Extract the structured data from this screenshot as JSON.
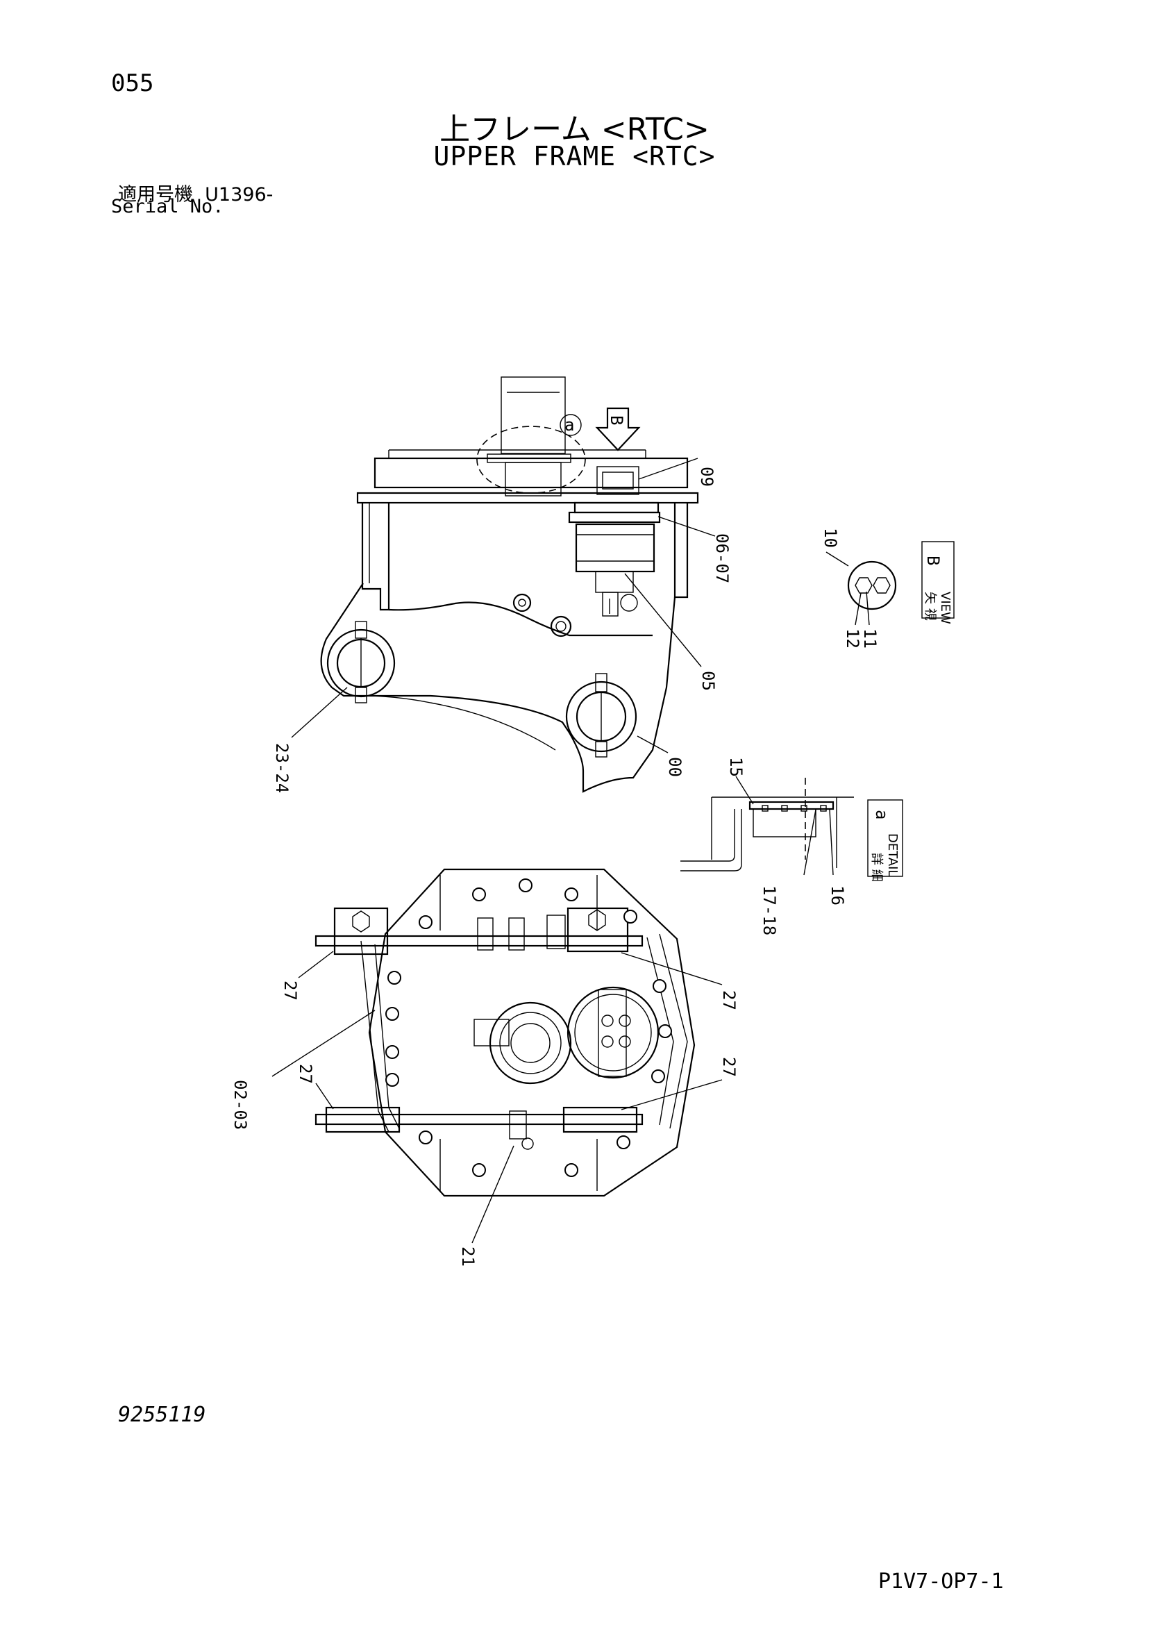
{
  "header": {
    "page_number": "055",
    "title_jp": "上フレーム <RTC>",
    "title_en": "UPPER FRAME <RTC>",
    "serial_label_jp": "適用号機",
    "serial_value": "U1396-",
    "serial_label_en": "Serial No."
  },
  "callouts": {
    "p00": "00",
    "p02_03": "02-03",
    "p05": "05",
    "p06_07": "06-07",
    "p09": "09",
    "p10": "10",
    "p11": "11",
    "p12": "12",
    "p15": "15",
    "p16": "16",
    "p17_18": "17-18",
    "p21": "21",
    "p23_24": "23-24",
    "p27": "27",
    "marker_a": "a",
    "marker_b": "B"
  },
  "view_b": {
    "jp": "矢 視",
    "en": "VIEW",
    "letter": "B"
  },
  "detail_a": {
    "jp": "詳 細",
    "en": "DETAIL",
    "letter": "a"
  },
  "footer": {
    "drawing_number": "9255119",
    "code": "P1V7-OP7-1"
  }
}
